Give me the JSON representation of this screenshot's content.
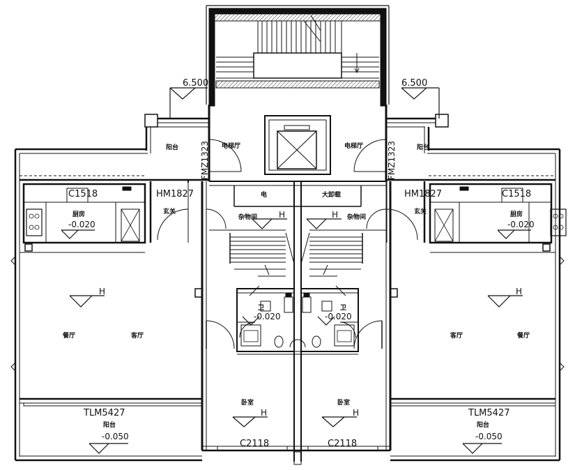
{
  "labels": {
    "stair_top_left": "6.500",
    "stair_top_right": "6.500",
    "hmi_left": "HM1827",
    "hmi_right": "HM1827",
    "c_left": "C1518",
    "c_right": "C1518",
    "fmz_left": "FMZ1323",
    "fmz_right": "FMZ1323",
    "kitchen_left_elev": "-0.020",
    "kitchen_right_elev": "-0.020",
    "bath_left_elev": "-0.020",
    "bath_right_elev": "-0.020",
    "tlm_left": "TLM5427",
    "tlm_right": "TLM5427",
    "balcony_left_elev": "-0.050",
    "balcony_right_elev": "-0.050",
    "c2118_left": "C2118",
    "c2118_right": "C2118",
    "h_lobby_left": "H",
    "h_lobby_right": "H",
    "h_living_left": "H",
    "h_living_right": "H",
    "h_bed_left": "H",
    "h_bed_right": "H"
  },
  "room_names": {
    "balcony_top_left": "阳台",
    "balcony_top_right": "阳台",
    "elevator_hall_left": "电梯厅",
    "elevator_hall_right": "电梯厅",
    "elec": "电",
    "tv_well": "大卸载",
    "foyer_left": "玄关",
    "foyer_right": "玄关",
    "kitchen_left": "厨房",
    "kitchen_right": "厨房",
    "storage_left": "杂物间",
    "storage_right": "杂物间",
    "dining_left": "餐厅",
    "living_left": "客厅",
    "living_right": "客厅",
    "dining_right": "餐厅",
    "bath_left": "卫",
    "bath_right": "卫",
    "bedroom_left": "卧室",
    "bedroom_right": "卧室",
    "balcony_bottom_left": "阳台",
    "balcony_bottom_right": "阳台"
  }
}
